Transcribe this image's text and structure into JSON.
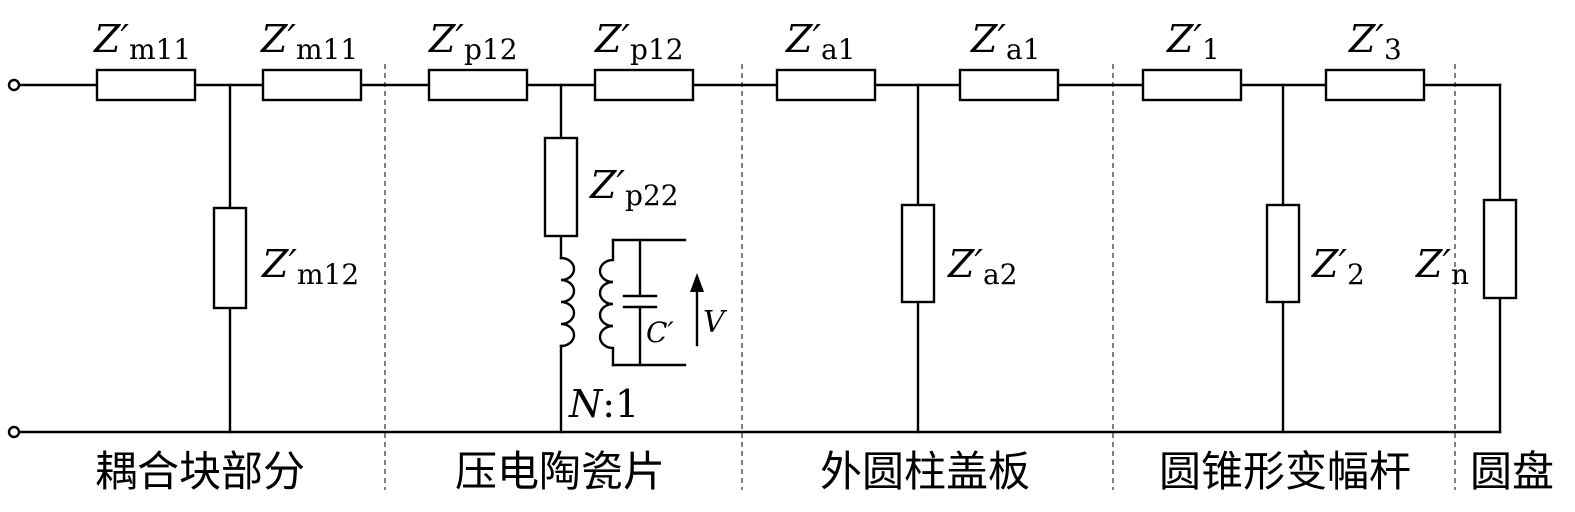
{
  "series_impedances": [
    {
      "main": "Z′",
      "sub": "m11"
    },
    {
      "main": "Z′",
      "sub": "m11"
    },
    {
      "main": "Z′",
      "sub": "p12"
    },
    {
      "main": "Z′",
      "sub": "p12"
    },
    {
      "main": "Z′",
      "sub": "a1"
    },
    {
      "main": "Z′",
      "sub": "a1"
    },
    {
      "main": "Z′",
      "sub": "1"
    },
    {
      "main": "Z′",
      "sub": "3"
    }
  ],
  "shunt_impedances": [
    {
      "main": "Z′",
      "sub": "m12"
    },
    {
      "main": "Z′",
      "sub": "p22"
    },
    {
      "main": "Z′",
      "sub": "a2"
    },
    {
      "main": "Z′",
      "sub": "2"
    },
    {
      "main": "Z′",
      "sub": "n"
    }
  ],
  "transformer": {
    "ratio_symbol": "N",
    "ratio_value": ":1",
    "capacitor": "C′",
    "voltage": "V"
  },
  "sections": [
    "耦合块部分",
    "压电陶瓷片",
    "外圆柱盖板",
    "圆锥形变幅杆",
    "圆盘"
  ]
}
